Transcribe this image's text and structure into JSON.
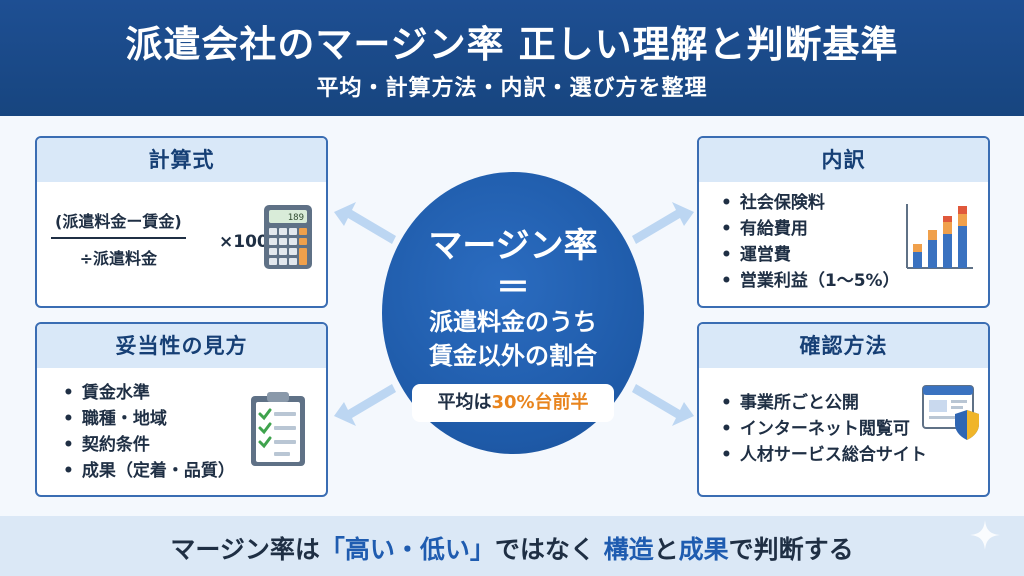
{
  "header": {
    "title": "派遣会社のマージン率 正しい理解と判断基準",
    "subtitle": "平均・計算方法・内訳・選び方を整理"
  },
  "formula_card": {
    "title": "計算式",
    "numerator": "(派遣料金ー賃金)",
    "denominator": "÷派遣料金",
    "multiplier": "×100",
    "calc_display": "189"
  },
  "validity_card": {
    "title": "妥当性の見方",
    "items": [
      "賃金水準",
      "職種・地域",
      "契約条件",
      "成果（定着・品質）"
    ]
  },
  "breakdown_card": {
    "title": "内訳",
    "items": [
      "社会保険料",
      "有給費用",
      "運営費",
      "営業利益（1〜5%）"
    ]
  },
  "check_card": {
    "title": "確認方法",
    "items": [
      "事業所ごと公開",
      "インターネット閲覧可",
      "人材サービス総合サイト"
    ]
  },
  "center": {
    "title": "マージン率",
    "equals": "＝",
    "line1": "派遣料金のうち",
    "line2": "賃金以外の割合",
    "avg_prefix": "平均は",
    "avg_value": "30%台前半"
  },
  "footer": {
    "part1": "マージン率は",
    "part2": "「高い・低い」",
    "part3": "ではなく",
    "part4": "構造",
    "part5": "と",
    "part6": "成果",
    "part7": "で判断する"
  },
  "colors": {
    "header_bg": "#1e4f93",
    "card_border": "#3a6db3",
    "circle": "#1e5aa8",
    "accent_orange": "#e8841d",
    "footer_blue": "#1f5cb0"
  }
}
